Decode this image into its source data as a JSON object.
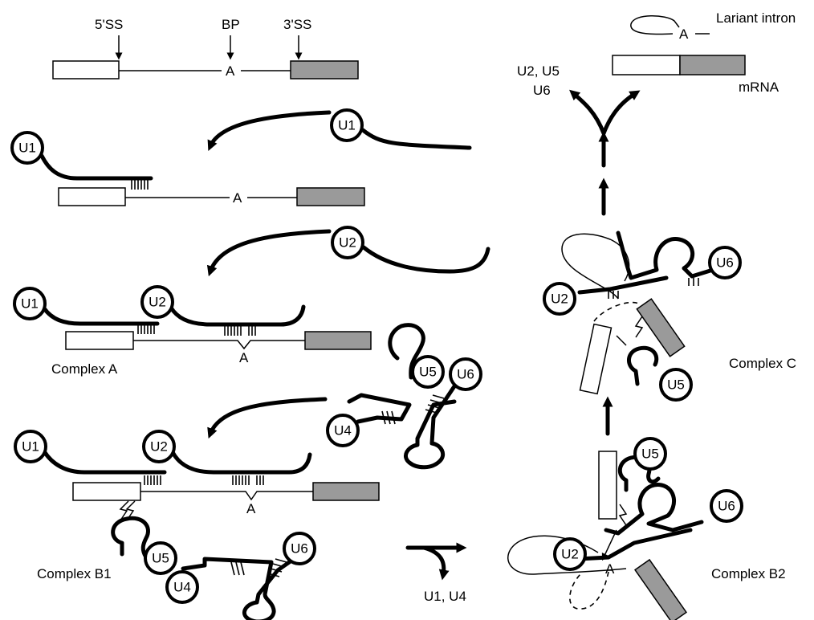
{
  "labels": {
    "five_ss": "5'SS",
    "bp": "BP",
    "three_ss": "3'SS",
    "branch_a": "A",
    "lariat_intron": "Lariant intron",
    "mrna": "mRNA",
    "released_top_line1": "U2, U5",
    "released_top_line2": "U6",
    "complex_a": "Complex A",
    "complex_b1": "Complex B1",
    "complex_b2": "Complex B2",
    "complex_c": "Complex C",
    "released_u1_u4": "U1, U4"
  },
  "snrnp": {
    "u1": "U1",
    "u2": "U2",
    "u4": "U4",
    "u5": "U5",
    "u6": "U6"
  }
}
